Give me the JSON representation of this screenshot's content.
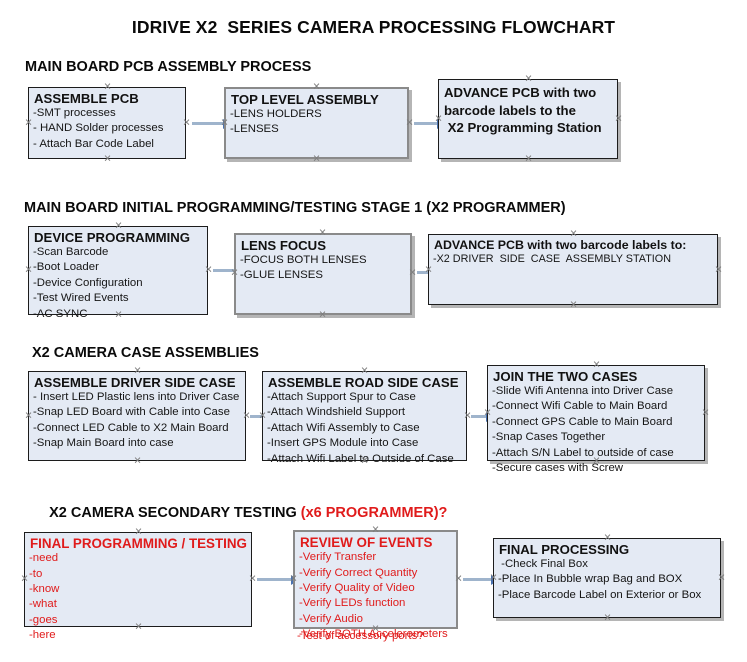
{
  "document": {
    "title": "IDRIVE X2  SERIES CAMERA PROCESSING FLOWCHART"
  },
  "colors": {
    "box_fill": "#e4eaf4",
    "box_border": "#1c1c1c",
    "box_border_gray": "#8a8a8a",
    "text": "#111111",
    "accent_red": "#e01b1b",
    "connector": "#9fb4cc",
    "arrow_head": "#4a72b0",
    "page_background": "#ffffff"
  },
  "sections": [
    {
      "heading": "MAIN BOARD PCB ASSEMBLY PROCESS",
      "heading_suffix": "",
      "boxes": [
        {
          "title": "ASSEMBLE PCB",
          "lines": [
            "-SMT processes",
            "- HAND Solder processes",
            "- Attach Bar Code Label"
          ]
        },
        {
          "title": "TOP LEVEL ASSEMBLY",
          "lines": [
            "-LENS HOLDERS",
            "-LENSES"
          ]
        },
        {
          "title_lines": [
            "ADVANCE PCB with two",
            "barcode labels to the",
            " X2 Programming Station"
          ],
          "lines": []
        }
      ]
    },
    {
      "heading": "MAIN BOARD INITIAL PROGRAMMING/TESTING STAGE 1 (X2 PROGRAMMER)",
      "heading_suffix": "",
      "boxes": [
        {
          "title": "DEVICE PROGRAMMING",
          "lines": [
            "-Scan Barcode",
            "-Boot Loader",
            "-Device Configuration",
            "-Test Wired Events",
            "-AC SYNC"
          ]
        },
        {
          "title": "LENS FOCUS",
          "lines": [
            "-FOCUS BOTH LENSES",
            "-GLUE LENSES"
          ]
        },
        {
          "title": "ADVANCE PCB with two barcode labels to:",
          "lines": [
            "-X2 DRIVER  SIDE  CASE  ASSEMBLY STATION"
          ]
        }
      ]
    },
    {
      "heading": "X2 CAMERA CASE ASSEMBLIES",
      "heading_suffix": "",
      "boxes": [
        {
          "title": "ASSEMBLE DRIVER SIDE CASE",
          "lines": [
            "- Insert LED Plastic lens into Driver Case",
            "-Snap LED Board with Cable into Case",
            "-Connect LED Cable to X2 Main Board",
            "-Snap Main Board into case"
          ]
        },
        {
          "title": "ASSEMBLE ROAD SIDE CASE",
          "lines": [
            "-Attach Support Spur to Case",
            "-Attach Windshield Support",
            "-Attach Wifi Assembly to Case",
            "-Insert GPS Module into Case",
            "-Attach Wifi Label to Outside of Case"
          ]
        },
        {
          "title": "JOIN THE TWO CASES",
          "lines": [
            "-Slide Wifi Antenna into Driver Case",
            "-Connect Wifi Cable to Main Board",
            "-Connect GPS Cable to Main Board",
            "-Snap Cases Together",
            "-Attach S/N Label to outside of case",
            "-Secure cases with Screw"
          ]
        }
      ]
    },
    {
      "heading": "X2 CAMERA SECONDARY TESTING ",
      "heading_suffix": "(x6 PROGRAMMER)?",
      "boxes": [
        {
          "title": "FINAL PROGRAMMING / TESTING",
          "lines": [
            "-need",
            "-to",
            "-know",
            "-what",
            "-goes",
            "-here"
          ]
        },
        {
          "title": "REVIEW OF EVENTS",
          "lines": [
            "-Verify Transfer",
            "-Verify Correct Quantity",
            "-Verify Quality of Video",
            "-Verify LEDs function",
            "-Verify Audio",
            "-Verify BOTH Accelerometers"
          ],
          "overflow_line": "-Test of accessory ports?"
        },
        {
          "title": "FINAL PROCESSING",
          "lines": [
            " -Check Final Box",
            "-Place In Bubble wrap Bag and BOX",
            "-Place Barcode Label on Exterior or Box"
          ]
        }
      ]
    }
  ]
}
